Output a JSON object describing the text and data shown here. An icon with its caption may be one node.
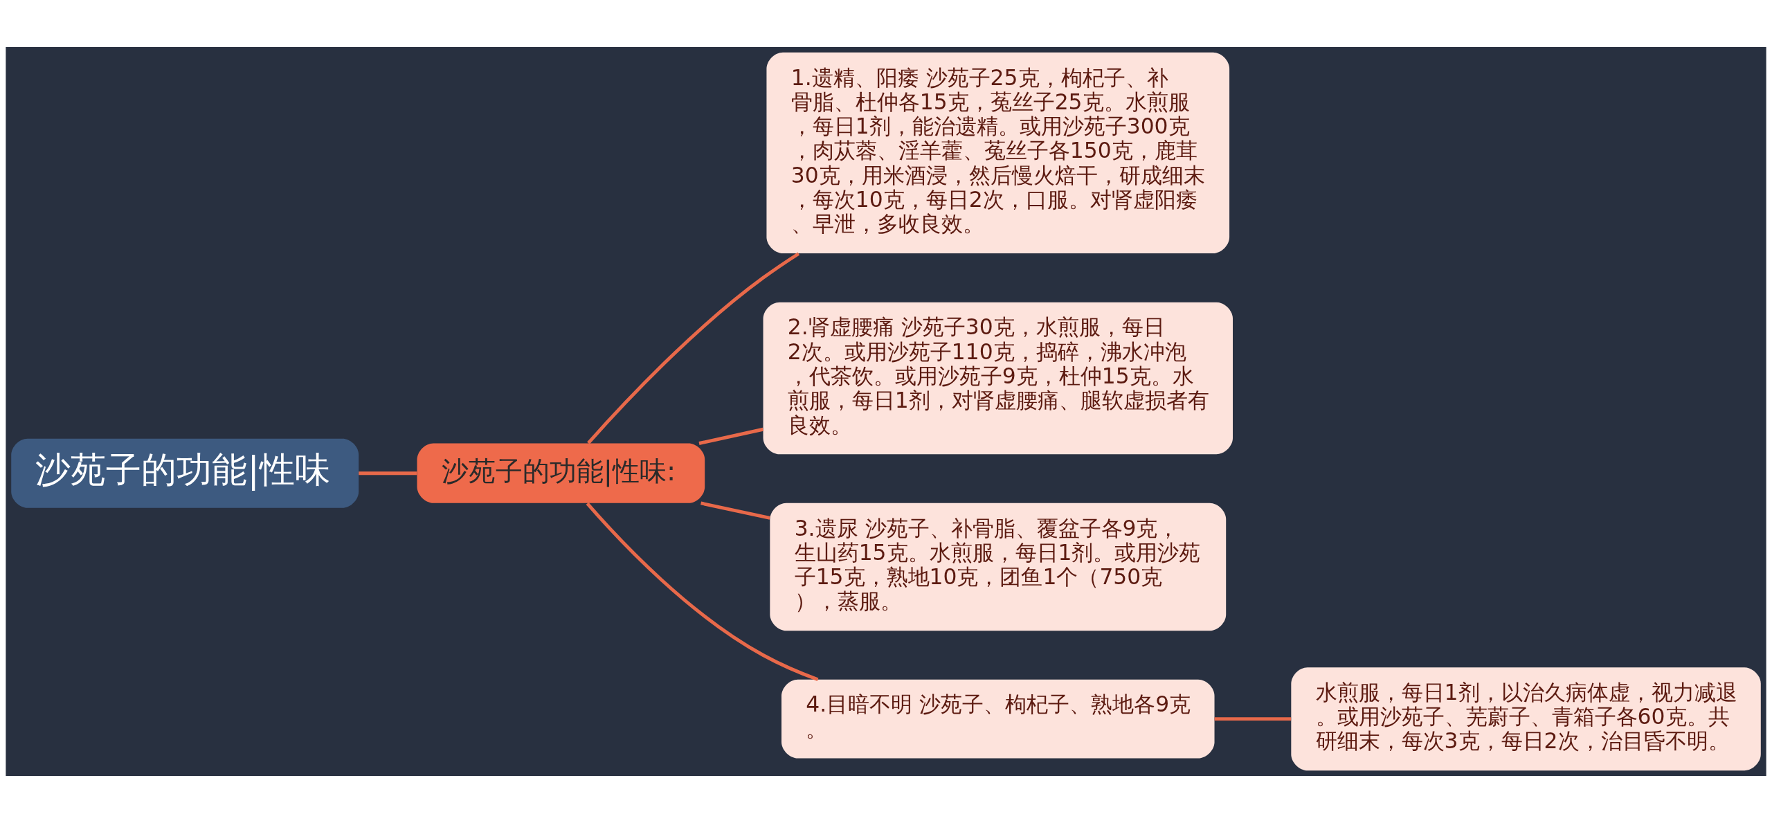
{
  "diagram": {
    "nodes": [
      {
        "text": [
          "沙苑子的功能|性味"
        ]
      },
      {
        "text": [
          "沙苑子的功能|性味:"
        ]
      },
      {
        "text": [
          "1.遗精、阳痿 沙苑子25克，枸杞子、补骨脂、杜仲各15克，菟丝子25克。水煎服，每日1剂，能治遗精。或用沙苑子300克，肉苁蓉、淫羊藿、菟丝子各150克，鹿茸30克，用米酒浸，然后慢火焙干，研成细末，每次10克，每日2次，口服。对肾虚阳痿、早泄，多收良效。"
        ]
      },
      {
        "text": [
          "2.肾虚腰痛 沙苑子30克，水煎服，每日2次。或用沙苑子110克，捣碎，沸水冲泡，代茶饮。或用沙苑子9克，杜仲15克。水煎服，每日1剂，对肾虚腰痛、腿软虚损者有良效。"
        ]
      },
      {
        "text": [
          "3.遗尿 沙苑子、补骨脂、覆盆子各9克，生山药15克。水煎服，每日1剂。或用沙苑子15克，熟地10克，团鱼1个（750克），蒸服。"
        ]
      },
      {
        "text": [
          "4.目暗不明 沙苑子、枸杞子、熟地各9克。"
        ]
      },
      {
        "text": [
          "水煎服，每日1剂，以治久病体虚，视力减退。或用沙苑子、芜蔚子、青箱子各60克。共研细末，每次3克，每日2次，治目昏不明。"
        ]
      }
    ],
    "edges": [
      {
        "from": 0,
        "to": 1,
        "arrow": "none"
      },
      {
        "from": 1,
        "to": 2,
        "arrow": "none"
      },
      {
        "from": 1,
        "to": 3,
        "arrow": "none"
      },
      {
        "from": 1,
        "to": 4,
        "arrow": "none"
      },
      {
        "from": 1,
        "to": 5,
        "arrow": "none"
      },
      {
        "from": 5,
        "to": 6,
        "arrow": "none"
      }
    ]
  }
}
